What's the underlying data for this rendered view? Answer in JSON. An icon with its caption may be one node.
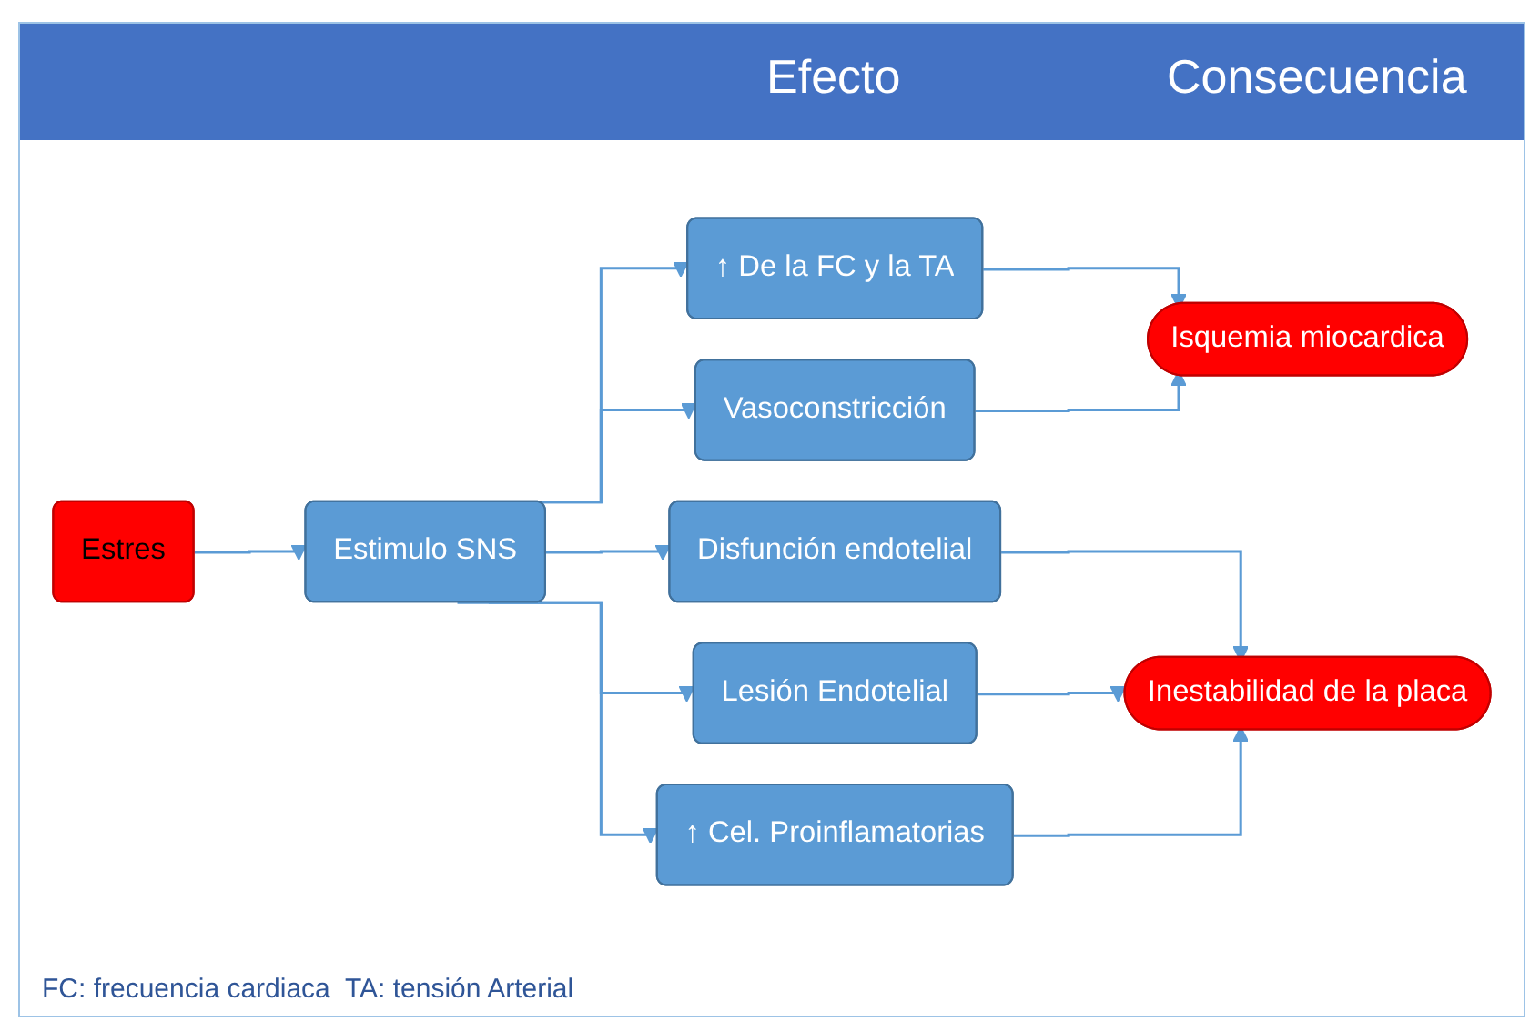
{
  "diagram": {
    "nodes": [
      {
        "text": [
          "Estres"
        ]
      },
      {
        "text": [
          "Estimulo SNS"
        ]
      },
      {
        "text": [
          "↑ De la FC y la TA"
        ]
      },
      {
        "text": [
          "Vasoconstricción"
        ]
      },
      {
        "text": [
          "Disfunción endotelial"
        ]
      },
      {
        "text": [
          "Lesión Endotelial"
        ]
      },
      {
        "text": [
          "↑ Cel. Proinflamatorias"
        ]
      },
      {
        "text": [
          "Isquemia miocardica"
        ]
      },
      {
        "text": [
          "Inestabilidad de la placa"
        ]
      }
    ],
    "edges": [
      {
        "from": 0,
        "to": 1,
        "arrow": "to"
      },
      {
        "from": 1,
        "to": 2,
        "arrow": "to"
      },
      {
        "from": 1,
        "to": 3,
        "arrow": "to"
      },
      {
        "from": 1,
        "to": 4,
        "arrow": "to"
      },
      {
        "from": 1,
        "to": 5,
        "arrow": "to"
      },
      {
        "from": 1,
        "to": 6,
        "arrow": "to"
      },
      {
        "from": 2,
        "to": 7,
        "arrow": "to"
      },
      {
        "from": 3,
        "to": 7,
        "arrow": "to"
      },
      {
        "from": 4,
        "to": 8,
        "arrow": "to"
      },
      {
        "from": 5,
        "to": 8,
        "arrow": "to"
      },
      {
        "from": 6,
        "to": 8,
        "arrow": "to"
      }
    ],
    "labels": [
      "Efecto",
      "Consecuencia",
      "FC: frecuencia cardiaca  TA: tensión Arterial"
    ]
  }
}
